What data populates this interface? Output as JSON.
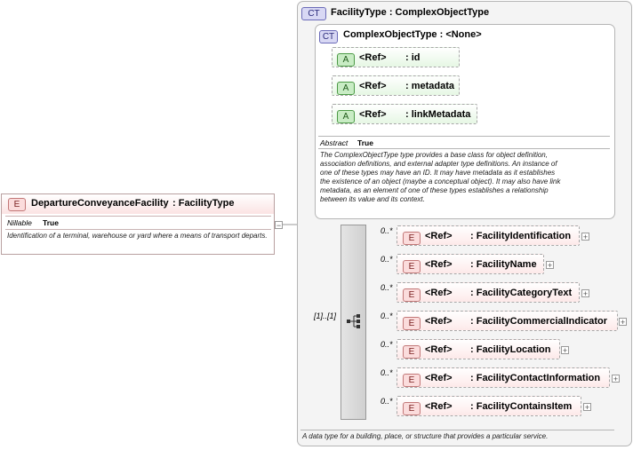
{
  "root": {
    "badge": "E",
    "name": "DepartureConveyanceFacility",
    "type": ": FacilityType",
    "nillable_key": "Nillable",
    "nillable_val": "True",
    "doc": "Identification of a terminal, warehouse or yard where a means of transport departs."
  },
  "complex_type": {
    "badge": "CT",
    "name": "FacilityType : ComplexObjectType",
    "footer": "A data type for a building, place, or structure that provides a particular service."
  },
  "base_type": {
    "badge": "CT",
    "name": "ComplexObjectType : <None>",
    "abstract_key": "Abstract",
    "abstract_val": "True",
    "doc": "The ComplexObjectType type provides a base class for object definition, association definitions, and external adapter type definitions. An instance of one of these types may have an ID. It may have metadata as it establishes the existence of an object (maybe a conceptual object). It may also have link metadata, as an element of one of these types establishes a relationship between its value and its context.",
    "attributes": [
      {
        "badge": "A",
        "ref": "<Ref>",
        "name": ": id"
      },
      {
        "badge": "A",
        "ref": "<Ref>",
        "name": ": metadata"
      },
      {
        "badge": "A",
        "ref": "<Ref>",
        "name": ": linkMetadata"
      }
    ]
  },
  "sequence": {
    "cardinality": "[1]..[1]",
    "elements": [
      {
        "badge": "E",
        "ref": "<Ref>",
        "name": ": FacilityIdentification",
        "card": "0..*",
        "plus": "+"
      },
      {
        "badge": "E",
        "ref": "<Ref>",
        "name": ": FacilityName",
        "card": "0..*",
        "plus": "+"
      },
      {
        "badge": "E",
        "ref": "<Ref>",
        "name": ": FacilityCategoryText",
        "card": "0..*",
        "plus": "+"
      },
      {
        "badge": "E",
        "ref": "<Ref>",
        "name": ": FacilityCommercialIndicator",
        "card": "0..*",
        "plus": "+"
      },
      {
        "badge": "E",
        "ref": "<Ref>",
        "name": ": FacilityLocation",
        "card": "0..*",
        "plus": "+"
      },
      {
        "badge": "E",
        "ref": "<Ref>",
        "name": ": FacilityContactInformation",
        "card": "0..*",
        "plus": "+"
      },
      {
        "badge": "E",
        "ref": "<Ref>",
        "name": ": FacilityContainsItem",
        "card": "0..*",
        "plus": "+"
      }
    ]
  },
  "root_collapse": "−"
}
